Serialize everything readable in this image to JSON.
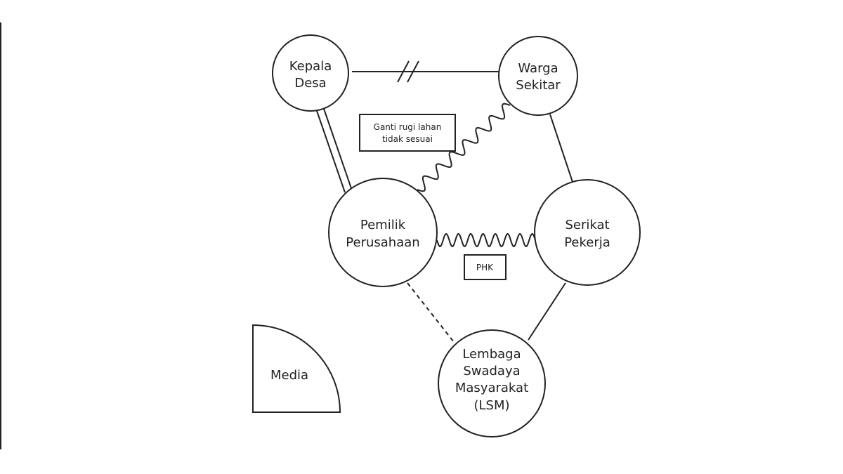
{
  "diagram": {
    "nodes": {
      "kepala_desa": {
        "lines": [
          "Kepala",
          "Desa"
        ]
      },
      "warga_sekitar": {
        "lines": [
          "Warga",
          "Sekitar"
        ]
      },
      "pemilik_perusahaan": {
        "lines": [
          "Pemilik",
          "Perusahaan"
        ]
      },
      "serikat_pekerja": {
        "lines": [
          "Serikat",
          "Pekerja"
        ]
      },
      "lsm": {
        "lines": [
          "Lembaga",
          "Swadaya",
          "Masyarakat",
          "(LSM)"
        ]
      },
      "media": {
        "lines": [
          "Media"
        ]
      }
    },
    "notes": {
      "ganti_rugi": {
        "lines": [
          "Ganti rugi lahan",
          "tidak sesuai"
        ]
      },
      "phk": {
        "lines": [
          "PHK"
        ]
      }
    }
  }
}
